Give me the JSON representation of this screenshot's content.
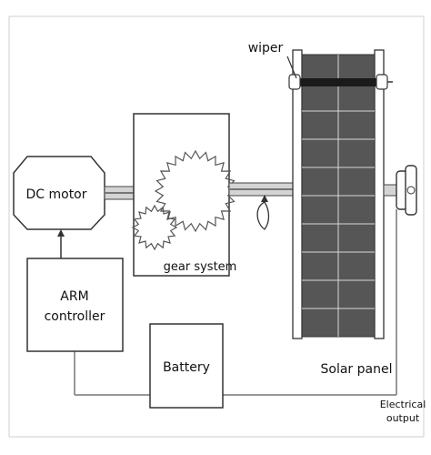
{
  "diagram": {
    "labels": {
      "wiper": "wiper",
      "dc_motor": "DC motor",
      "gear_system": "gear system",
      "arm_line1": "ARM",
      "arm_line2": "controller",
      "battery": "Battery",
      "solar_panel": "Solar panel",
      "output_line1": "Electrical",
      "output_line2": "output"
    },
    "colors": {
      "panel_fill": "#565656",
      "panel_grid": "#d8d8d8",
      "line": "#333333",
      "shaft": "#9a9a9a",
      "wiper_bar": "#1a1a1a"
    }
  }
}
